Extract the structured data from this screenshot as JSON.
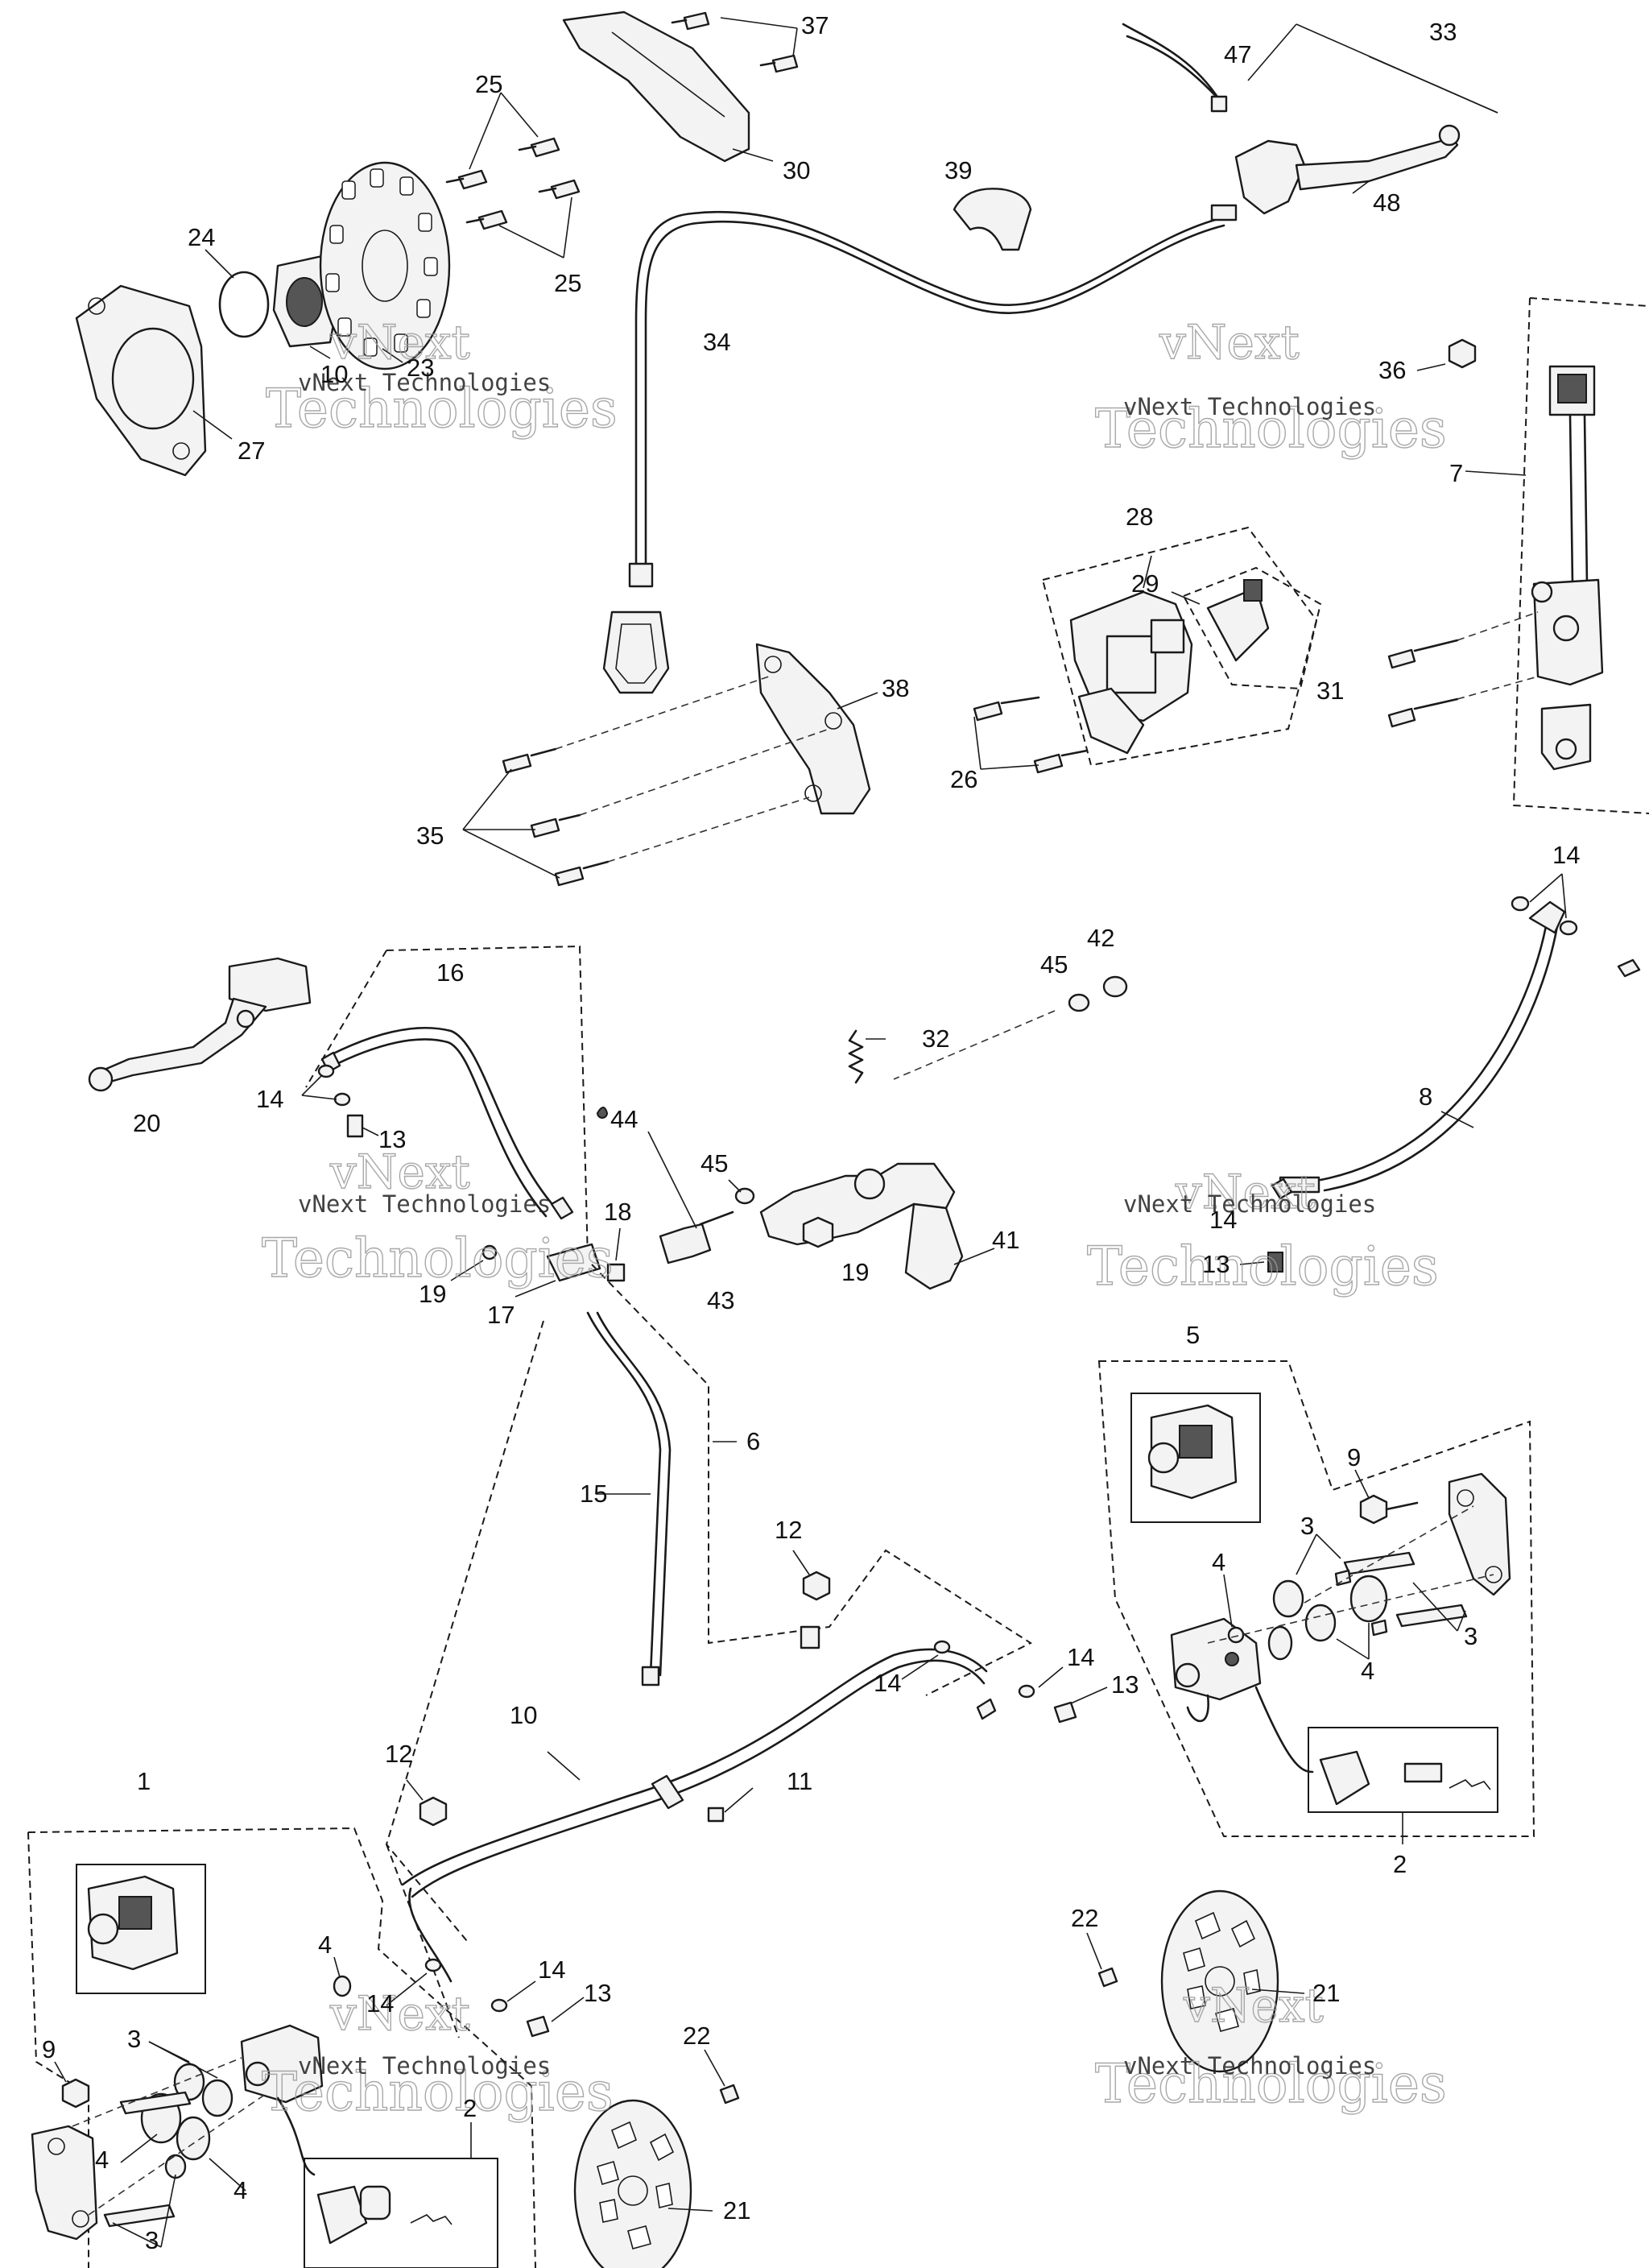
{
  "callouts": {
    "c1": "1",
    "c2a": "2",
    "c2b": "2",
    "c3a": "3",
    "c3b": "3",
    "c3c": "3",
    "c3d": "3",
    "c4a": "4",
    "c4b": "4",
    "c4c": "4",
    "c4d": "4",
    "c4e": "4",
    "c5": "5",
    "c6": "6",
    "c7": "7",
    "c8": "8",
    "c9a": "9",
    "c9b": "9",
    "c10": "10",
    "c11": "11",
    "c12a": "12",
    "c12b": "12",
    "c13a": "13",
    "c13b": "13",
    "c13c": "13",
    "c13d": "13",
    "c14a": "14",
    "c14b": "14",
    "c14c": "14",
    "c14d": "14",
    "c14e": "14",
    "c14f": "14",
    "c14g": "14",
    "c15": "15",
    "c16": "16",
    "c17": "17",
    "c18": "18",
    "c19a": "19",
    "c19b": "19",
    "c20": "20",
    "c21a": "21",
    "c21b": "21",
    "c22a": "22",
    "c22b": "22",
    "c23": "23",
    "c24": "24",
    "c25a": "25",
    "c25b": "25",
    "c26": "26",
    "c27": "27",
    "c28": "28",
    "c29": "29",
    "c30": "30",
    "c31": "31",
    "c32": "32",
    "c33": "33",
    "c34": "34",
    "c35": "35",
    "c36": "36",
    "c37": "37",
    "c38": "38",
    "c39": "39",
    "c41": "41",
    "c42": "42",
    "c43": "43",
    "c44": "44",
    "c45a": "45",
    "c45b": "45",
    "c47": "47",
    "c48": "48"
  },
  "watermark": {
    "brand": "vNext",
    "word": "Technologies",
    "caption": "vNext Technologies"
  }
}
